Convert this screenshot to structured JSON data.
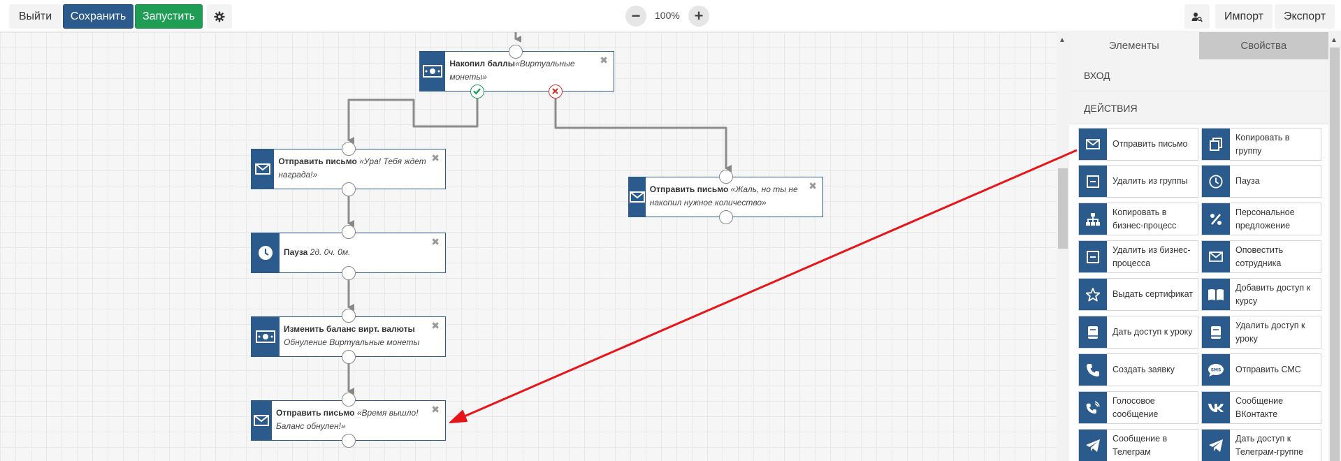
{
  "toolbar": {
    "exit_label": "Выйти",
    "save_label": "Сохранить",
    "run_label": "Запустить",
    "zoom_out": "−",
    "zoom_value": "100%",
    "zoom_in": "+",
    "import_label": "Импорт",
    "export_label": "Экспорт"
  },
  "canvas": {
    "nodes": [
      {
        "title": "Накопил баллы",
        "subtitle": "«Виртуальные монеты»",
        "icon": "money-icon"
      },
      {
        "title": "Отправить письмо",
        "subtitle": "«Ура! Тебя ждет награда!»",
        "icon": "envelope-icon"
      },
      {
        "title": "Отправить письмо",
        "subtitle": "«Жаль, но ты не накопил нужное количество»",
        "icon": "envelope-icon"
      },
      {
        "title": "Пауза",
        "subtitle": "2д. 0ч. 0м.",
        "icon": "clock-icon"
      },
      {
        "title": "Изменить баланс вирт. валюты",
        "subtitle": "Обнуление Виртуальные монеты",
        "icon": "money-icon"
      },
      {
        "title": "Отправить письмо",
        "subtitle": "«Время вышло! Баланс обнулен!»",
        "icon": "envelope-icon"
      }
    ],
    "close_glyph": "✖",
    "colors": {
      "accent": "#2b5a8c",
      "success": "#1f9d55",
      "danger": "#d9342b",
      "annotation": "#e8141a"
    }
  },
  "panel": {
    "tabs": [
      "Элементы",
      "Свойства"
    ],
    "sections": [
      "ВХОД",
      "ДЕЙСТВИЯ"
    ],
    "elements": [
      {
        "label": "Отправить письмо",
        "icon": "envelope-icon"
      },
      {
        "label": "Копировать в группу",
        "icon": "copy-icon"
      },
      {
        "label": "Удалить из группы",
        "icon": "minus-square-icon"
      },
      {
        "label": "Пауза",
        "icon": "clock-icon"
      },
      {
        "label": "Копировать в бизнес-процесс",
        "icon": "sitemap-icon"
      },
      {
        "label": "Персональное предложение",
        "icon": "percent-icon"
      },
      {
        "label": "Удалить из бизнес-процесса",
        "icon": "minus-square-icon"
      },
      {
        "label": "Оповестить сотрудника",
        "icon": "envelope-icon"
      },
      {
        "label": "Выдать сертификат",
        "icon": "star-icon"
      },
      {
        "label": "Добавить доступ к курсу",
        "icon": "book-icon"
      },
      {
        "label": "Дать доступ к уроку",
        "icon": "book-closed-icon"
      },
      {
        "label": "Удалить доступ к уроку",
        "icon": "book-closed-icon"
      },
      {
        "label": "Создать заявку",
        "icon": "phone-icon"
      },
      {
        "label": "Отправить СМС",
        "icon": "sms-icon"
      },
      {
        "label": "Голосовое сообщение",
        "icon": "phone-volume-icon"
      },
      {
        "label": "Сообщение ВКонтакте",
        "icon": "vk-icon"
      },
      {
        "label": "Сообщение в Телеграм",
        "icon": "telegram-icon"
      },
      {
        "label": "Дать доступ к Телеграм-группе",
        "icon": "telegram-icon"
      }
    ]
  }
}
